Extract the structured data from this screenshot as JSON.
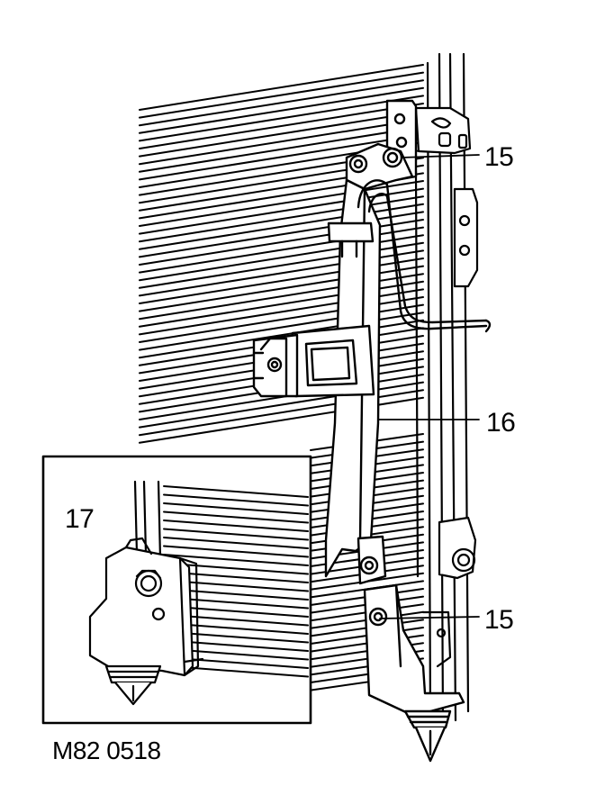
{
  "callouts": {
    "upper_bolt": "15",
    "condenser_bracket": "16",
    "lower_bolt": "15",
    "inset_bolt": "17"
  },
  "figure_ref": "M82 0518",
  "colors": {
    "ink": "#000000",
    "paper": "#ffffff"
  }
}
